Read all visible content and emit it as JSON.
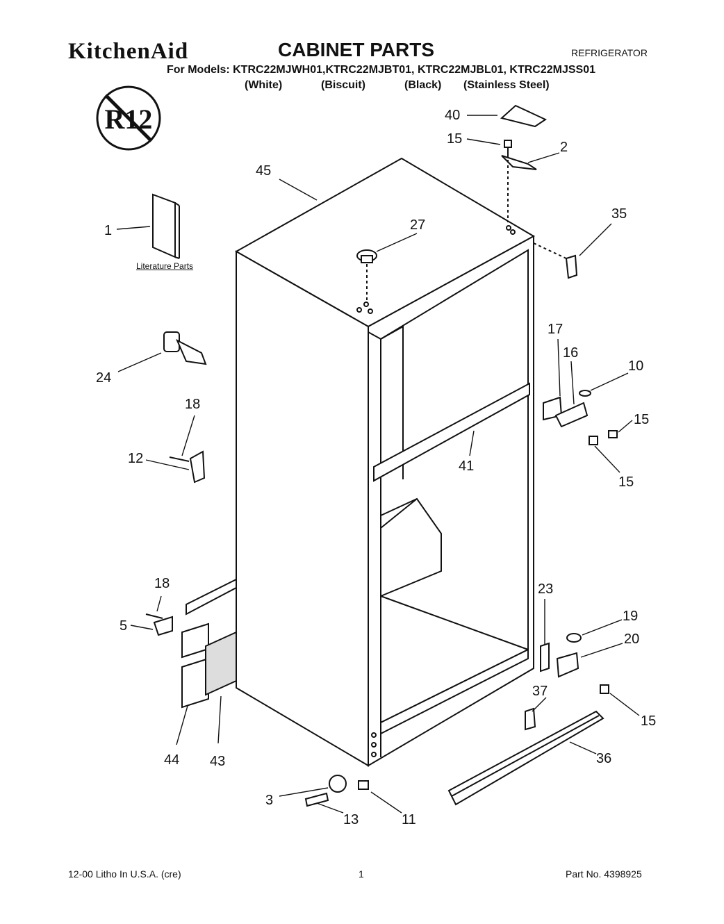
{
  "header": {
    "brand": "KitchenAid",
    "title": "CABINET PARTS",
    "category": "REFRIGERATOR",
    "models_line": "For Models: KTRC22MJWH01,KTRC22MJBT01, KTRC22MJBL01, KTRC22MJSS01",
    "variants": [
      "(White)",
      "(Biscuit)",
      "(Black)",
      "(Stainless Steel)"
    ]
  },
  "badge_text": "R12",
  "literature_label": "Literature Parts",
  "callouts": {
    "c1": "1",
    "c2": "2",
    "c3": "3",
    "c5": "5",
    "c10": "10",
    "c11": "11",
    "c12": "12",
    "c13": "13",
    "c15a": "15",
    "c15b": "15",
    "c15c": "15",
    "c15d": "15",
    "c16": "16",
    "c17": "17",
    "c18a": "18",
    "c18b": "18",
    "c19": "19",
    "c20": "20",
    "c23": "23",
    "c24": "24",
    "c27": "27",
    "c35": "35",
    "c36": "36",
    "c37": "37",
    "c40": "40",
    "c41": "41",
    "c43": "43",
    "c44": "44",
    "c45": "45"
  },
  "footer": {
    "left": "12-00 Litho In U.S.A. (cre)",
    "page": "1",
    "part_no": "Part No. 4398925"
  }
}
